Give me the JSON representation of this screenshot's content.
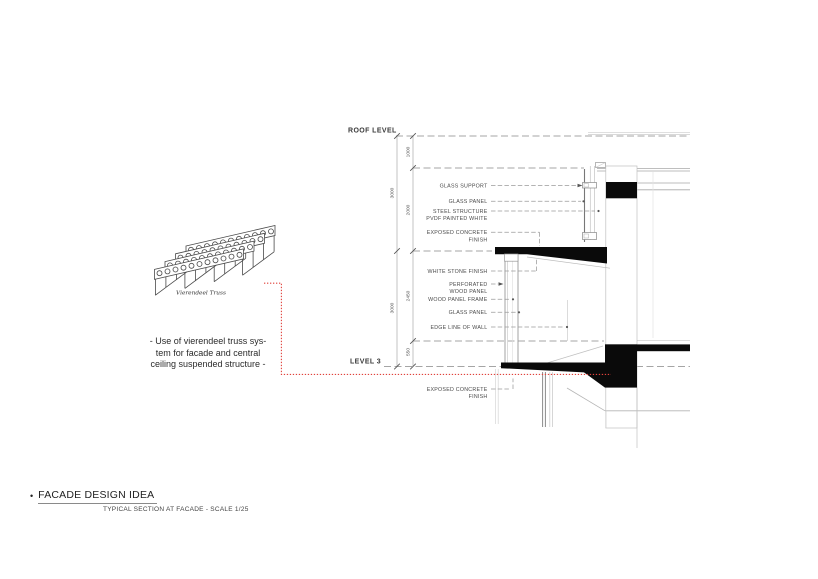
{
  "colors": {
    "red_connector": "#e0433c",
    "drawing_black": "#0a0a0a",
    "leader_gray": "#9a9a9a"
  },
  "truss": {
    "caption": "Vierendeel Truss",
    "note": [
      "- Use of vierendeel truss sys-",
      "tem for facade and central",
      "ceiling suspended structure -"
    ]
  },
  "section": {
    "levels": {
      "roof": "ROOF LEVEL",
      "level3": "LEVEL 3"
    },
    "dims_outer": [
      "3000",
      "3000"
    ],
    "dims_inner": [
      "1000",
      "2000",
      "2450",
      "550"
    ],
    "labels": {
      "glass_support": "GLASS SUPPORT",
      "glass_panel_upper": "GLASS PANEL",
      "steel_structure_l1": "STEEL STRUCTURE",
      "steel_structure_l2": "PVDF PAINTED WHITE",
      "exposed_concrete_top_l1": "EXPOSED CONCRETE",
      "exposed_concrete_top_l2": "FINISH",
      "white_stone_finish": "WHITE STONE FINISH",
      "perforated_l1": "PERFORATED",
      "perforated_l2": "WOOD PANEL",
      "wood_panel_frame": "WOOD PANEL FRAME",
      "glass_panel_lower": "GLASS PANEL",
      "edge_line_of_wall": "EDGE LINE OF WALL",
      "exposed_concrete_bot_l1": "EXPOSED CONCRETE",
      "exposed_concrete_bot_l2": "FINISH"
    }
  },
  "titleblock": {
    "bullet": "•",
    "heading": "FACADE DESIGN IDEA",
    "subtitle": "TYPICAL SECTION AT FACADE  - SCALE 1/25"
  }
}
